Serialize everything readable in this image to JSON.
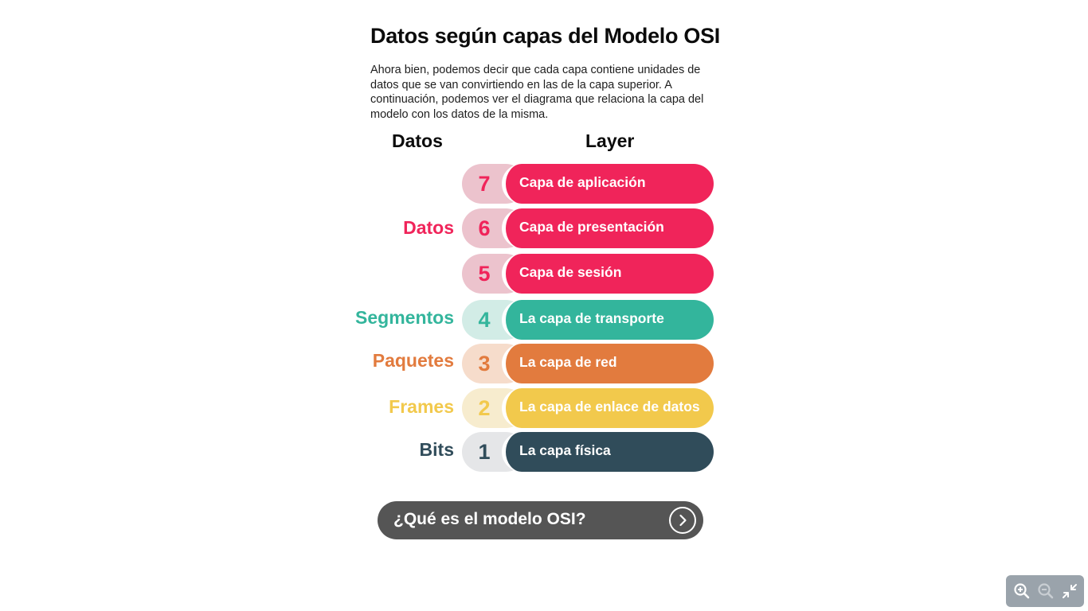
{
  "title": "Datos según capas del Modelo OSI",
  "intro": "Ahora bien, podemos decir que cada capa contiene unidades de datos que se van convirtiendo en las de la capa superior. A continuación, podemos ver el diagrama que relaciona la capa del modelo con los datos de la misma.",
  "headers": {
    "datos": "Datos",
    "layer": "Layer"
  },
  "layers": [
    {
      "number": "7",
      "name": "Capa de aplicación",
      "color": "#f0245a",
      "tint": "#ecc3cd"
    },
    {
      "number": "6",
      "name": "Capa de presentación",
      "color": "#f0245a",
      "tint": "#ecc3cd"
    },
    {
      "number": "5",
      "name": "Capa de sesión",
      "color": "#f0245a",
      "tint": "#ecc3cd"
    },
    {
      "number": "4",
      "name": "La capa de transporte",
      "color": "#33b59c",
      "tint": "#d2ece6"
    },
    {
      "number": "3",
      "name": "La capa de red",
      "color": "#e27b3e",
      "tint": "#f6dccb"
    },
    {
      "number": "2",
      "name": "La capa de enlace de datos",
      "color": "#f2c94c",
      "tint": "#f7ecce"
    },
    {
      "number": "1",
      "name": "La capa física",
      "color": "#304c5a",
      "tint": "#e5e6e8"
    }
  ],
  "data_units": [
    {
      "label": "Datos",
      "color": "#f0245a"
    },
    {
      "label": "Segmentos",
      "color": "#33b59c"
    },
    {
      "label": "Paquetes",
      "color": "#e27b3e"
    },
    {
      "label": "Frames",
      "color": "#f2c94c"
    },
    {
      "label": "Bits",
      "color": "#304c5a"
    }
  ],
  "cta": {
    "label": "¿Qué es el modelo OSI?",
    "icon": "chevron-right-icon"
  },
  "zoom_controls": {
    "zoom_in_icon": "zoom-in-icon",
    "zoom_out_icon": "zoom-out-icon",
    "fit_icon": "collapse-icon"
  }
}
